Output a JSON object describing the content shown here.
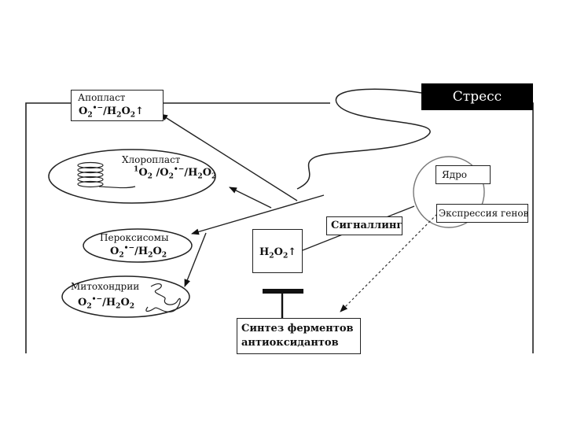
{
  "stress": "Стресс",
  "apoplast": {
    "title": "Апопласт",
    "formula": "O2•−/H2O2↑"
  },
  "chloroplast": {
    "title": "Хлоропласт",
    "formula": "1O2 /O2•−/H2O2"
  },
  "peroxisomes": {
    "title": "Пероксисомы",
    "formula": "O2•−/H2O2"
  },
  "mitochondria": {
    "title": "Митохондрии",
    "formula": "O2•−/H2O2"
  },
  "nucleus": "Ядро",
  "gene_expression": "Экспрессия генов",
  "signaling": "Сигналлинг",
  "h2o2": "H2O2↑",
  "synthesis": {
    "line1": "Синтез ферментов",
    "line2": "антиоксидантов"
  }
}
